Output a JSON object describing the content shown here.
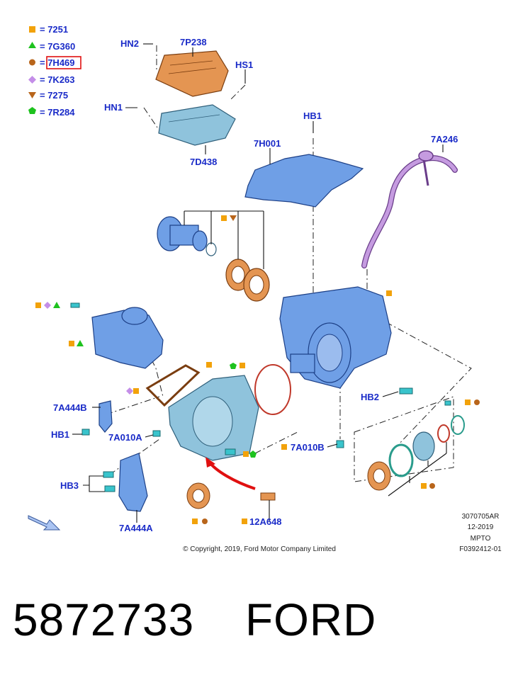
{
  "legend": [
    {
      "shape": "square",
      "color": "#f2a20a",
      "label": "= 7251"
    },
    {
      "shape": "triangle-up",
      "color": "#1ec21e",
      "label": "= 7G360"
    },
    {
      "shape": "circle",
      "color": "#b8651b",
      "label": "= 7H469",
      "highlighted": true
    },
    {
      "shape": "diamond",
      "color": "#c48ee8",
      "label": "= 7K263"
    },
    {
      "shape": "triangle-down",
      "color": "#b8651b",
      "label": "= 7275"
    },
    {
      "shape": "pentagon",
      "color": "#1ec21e",
      "label": "= 7R284"
    }
  ],
  "callouts": {
    "hn2": "HN2",
    "p7p238": "7P238",
    "hs1": "HS1",
    "hn1": "HN1",
    "p7d438": "7D438",
    "hb1_top": "HB1",
    "p7h001": "7H001",
    "p7a246": "7A246",
    "p7a444b": "7A444B",
    "hb1_left": "HB1",
    "p7a010a": "7A010A",
    "hb3": "HB3",
    "p7a444a": "7A444A",
    "hb2": "HB2",
    "p7a010b": "7A010B",
    "p12a648": "12A648"
  },
  "diagram_info": {
    "code": "3070705AR",
    "date": "12-2019",
    "variant": "MPTO",
    "figure": "F0392412-01",
    "copyright": "© Copyright, 2019, Ford Motor Company Limited"
  },
  "footer": {
    "part_number": "5872733",
    "brand": "FORD"
  },
  "colors": {
    "label_blue": "#1a2bc8",
    "housing_blue": "#6f9fe6",
    "seal_orange": "#e49552",
    "hose_purple": "#c59be0",
    "bolt_cyan": "#39c4cc",
    "highlight_red": "#e01010"
  }
}
